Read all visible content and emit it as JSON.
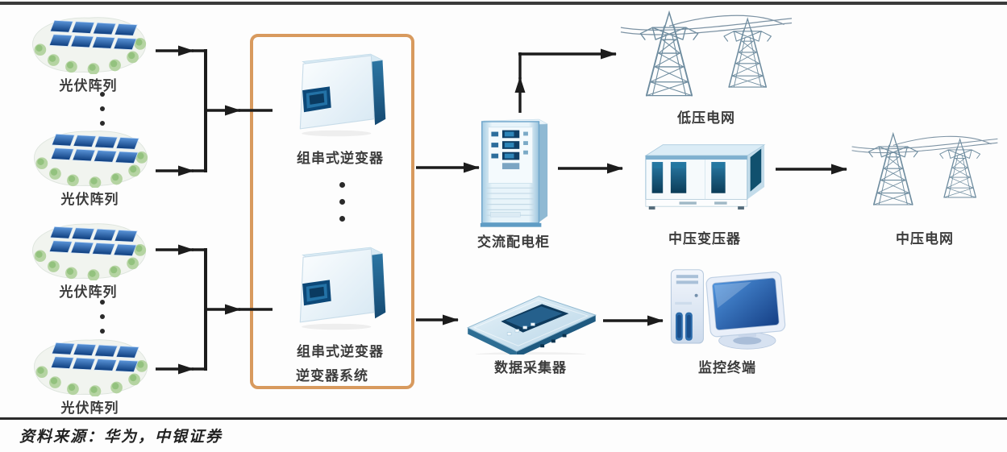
{
  "nodes": {
    "pv_array_1": "光伏阵列",
    "pv_array_2": "光伏阵列",
    "pv_array_3": "光伏阵列",
    "pv_array_4": "光伏阵列",
    "string_inverter_1": "组串式逆变器",
    "string_inverter_2": "组串式逆变器",
    "inverter_system": "逆变器系统",
    "ac_cabinet": "交流配电柜",
    "lv_grid": "低压电网",
    "mv_transformer": "中压变压器",
    "mv_grid": "中压电网",
    "data_collector": "数据采集器",
    "monitor_terminal": "监控终端"
  },
  "source_note": "资料来源：华为，中银证券",
  "colors": {
    "highlight_box": "#d89a5e",
    "arrow": "#1c1c1c",
    "label_text": "#3c3c3c",
    "panel_blue": "#0e3e7e",
    "steel_blue": "#6e8c9f",
    "tree_green": "#93c27e"
  }
}
